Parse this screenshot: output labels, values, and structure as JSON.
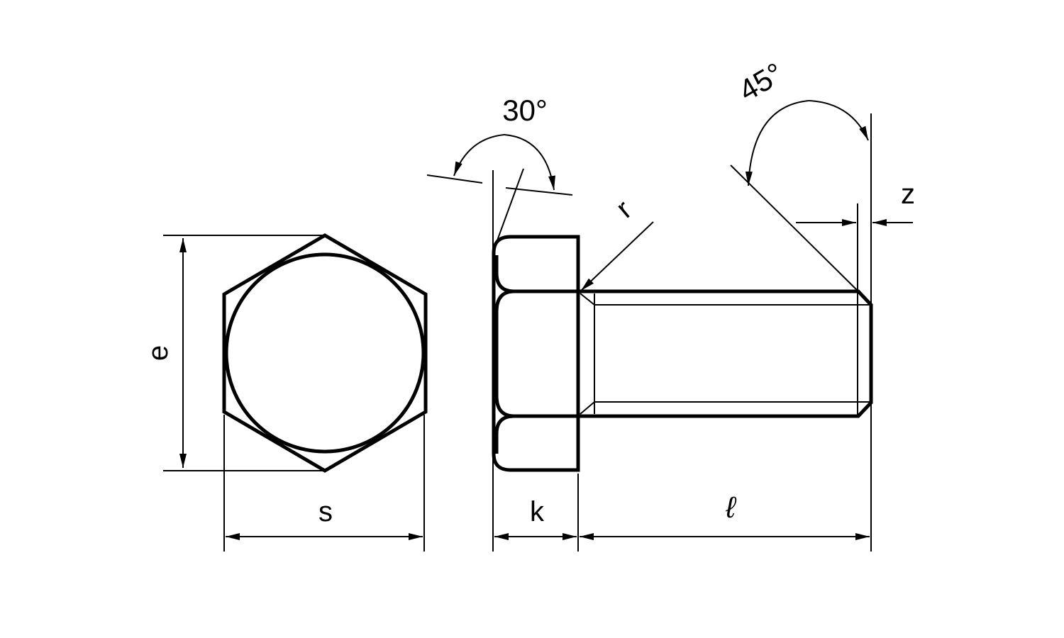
{
  "title": "Hexagon head bolt dimension drawing",
  "labels": {
    "e": "e",
    "s": "s",
    "k": "k",
    "l": "ℓ",
    "r": "r",
    "z": "z",
    "angle_head": "30°",
    "angle_tip": "45°"
  },
  "colors": {
    "line": "#000000",
    "background": "#ffffff"
  }
}
